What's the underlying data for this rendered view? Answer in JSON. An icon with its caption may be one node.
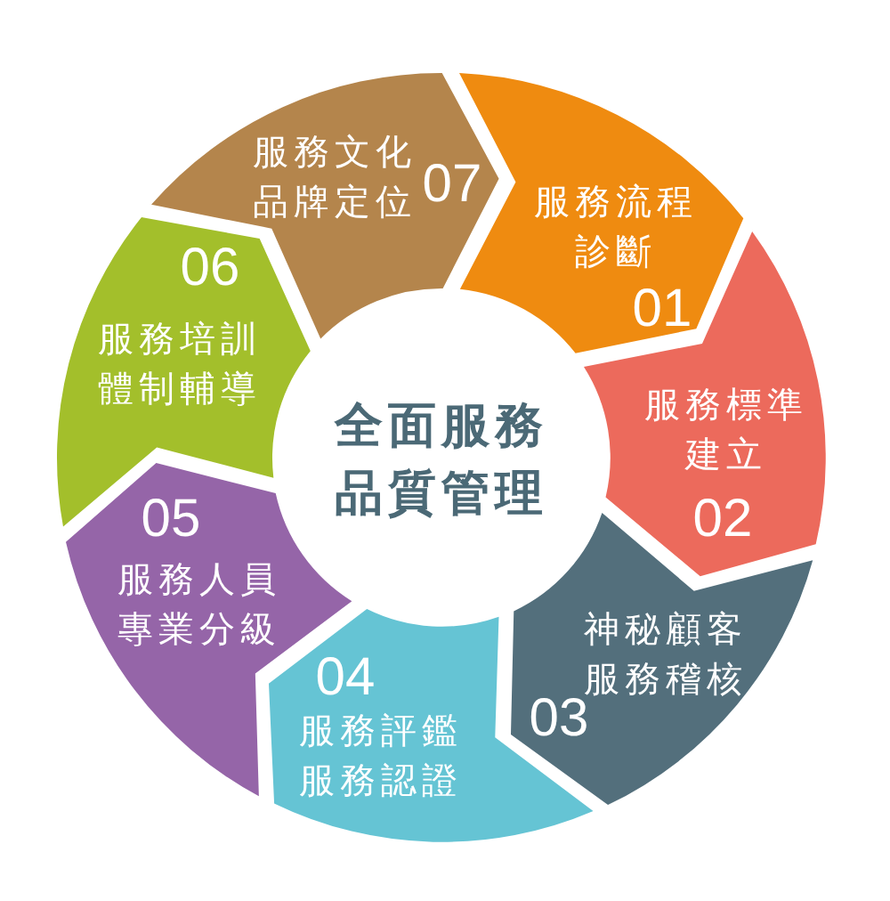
{
  "diagram": {
    "nodes": [
      {
        "text": [
          "全面服務品質管理"
        ]
      },
      {
        "text": [
          "服務流程診斷",
          "01"
        ]
      },
      {
        "text": [
          "服務標準建立",
          "02"
        ]
      },
      {
        "text": [
          "神秘顧客服務稽核",
          "03"
        ]
      },
      {
        "text": [
          "04",
          "服務評鑑服務認證"
        ]
      },
      {
        "text": [
          "05",
          "服務人員專業分級"
        ]
      },
      {
        "text": [
          "06",
          "服務培訓體制輔導"
        ]
      },
      {
        "text": [
          "服務文化品牌定位",
          "07"
        ]
      }
    ]
  }
}
